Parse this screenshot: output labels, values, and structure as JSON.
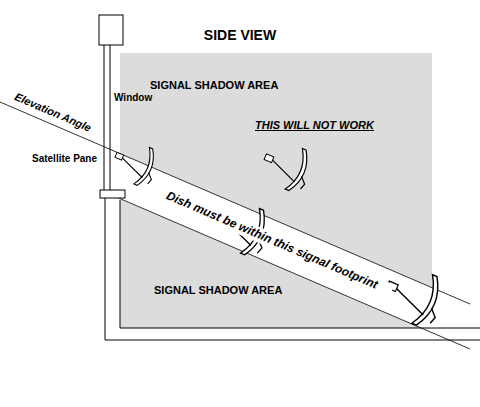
{
  "diagram": {
    "title": "SIDE VIEW",
    "nodes": [
      {
        "text": [
          "SIGNAL SHADOW AREA",
          "THIS WILL NOT WORK",
          "SIGNAL SHADOW AREA"
        ]
      },
      {
        "text": [
          "Dish must be within this signal footprint"
        ]
      }
    ],
    "labels": [
      "Window",
      "Elevation Angle",
      "Satellite Pane"
    ]
  }
}
